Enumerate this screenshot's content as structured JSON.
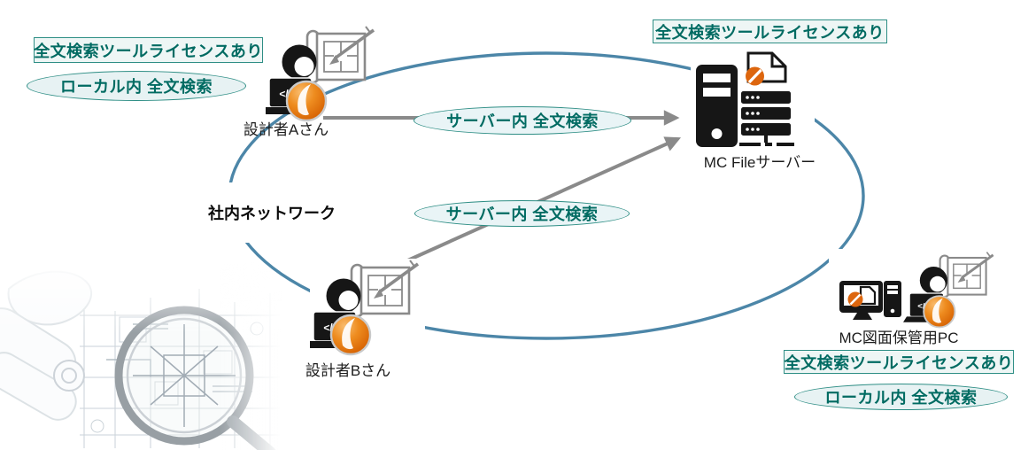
{
  "network": {
    "label": "社内ネットワーク"
  },
  "designer_a": {
    "name": "設計者Aさん",
    "license_badge": "全文検索ツールライセンスあり",
    "search_badge": "ローカル内 全文検索"
  },
  "designer_b": {
    "name": "設計者Bさん"
  },
  "file_server": {
    "name": "MC Fileサーバー",
    "license_badge": "全文検索ツールライセンスあり"
  },
  "storage_pc": {
    "name": "MC図面保管用PC",
    "license_badge": "全文検索ツールライセンスあり",
    "search_badge": "ローカル内 全文検索"
  },
  "flows": {
    "a_to_server": {
      "label": "サーバー内 全文検索"
    },
    "b_to_server": {
      "label": "サーバー内 全文検索"
    }
  },
  "icons": {
    "code_glyph": "</>",
    "designer": "designer-with-blueprint-and-laptop-icon",
    "file_server": "tower-server-with-rack-icon",
    "document_badge": "document-with-orange-search-dot-icon",
    "storage_pc": "monitor-and-tower-pc-icon",
    "search_orb": "orange-search-orb-icon",
    "background_photo": "blueprints-and-magnifier-photo"
  },
  "colors": {
    "teal_text": "#006b62",
    "teal_border": "#2e8e85",
    "badge_fill": "#eef6f5",
    "flow_ellipse_fill": "#e9f4f6",
    "network_ellipse_stroke": "#4c86a8",
    "arrow_gray": "#8a8a8a",
    "orb_orange": "#ee8c1f",
    "slash_dot_orange": "#dd660e"
  }
}
